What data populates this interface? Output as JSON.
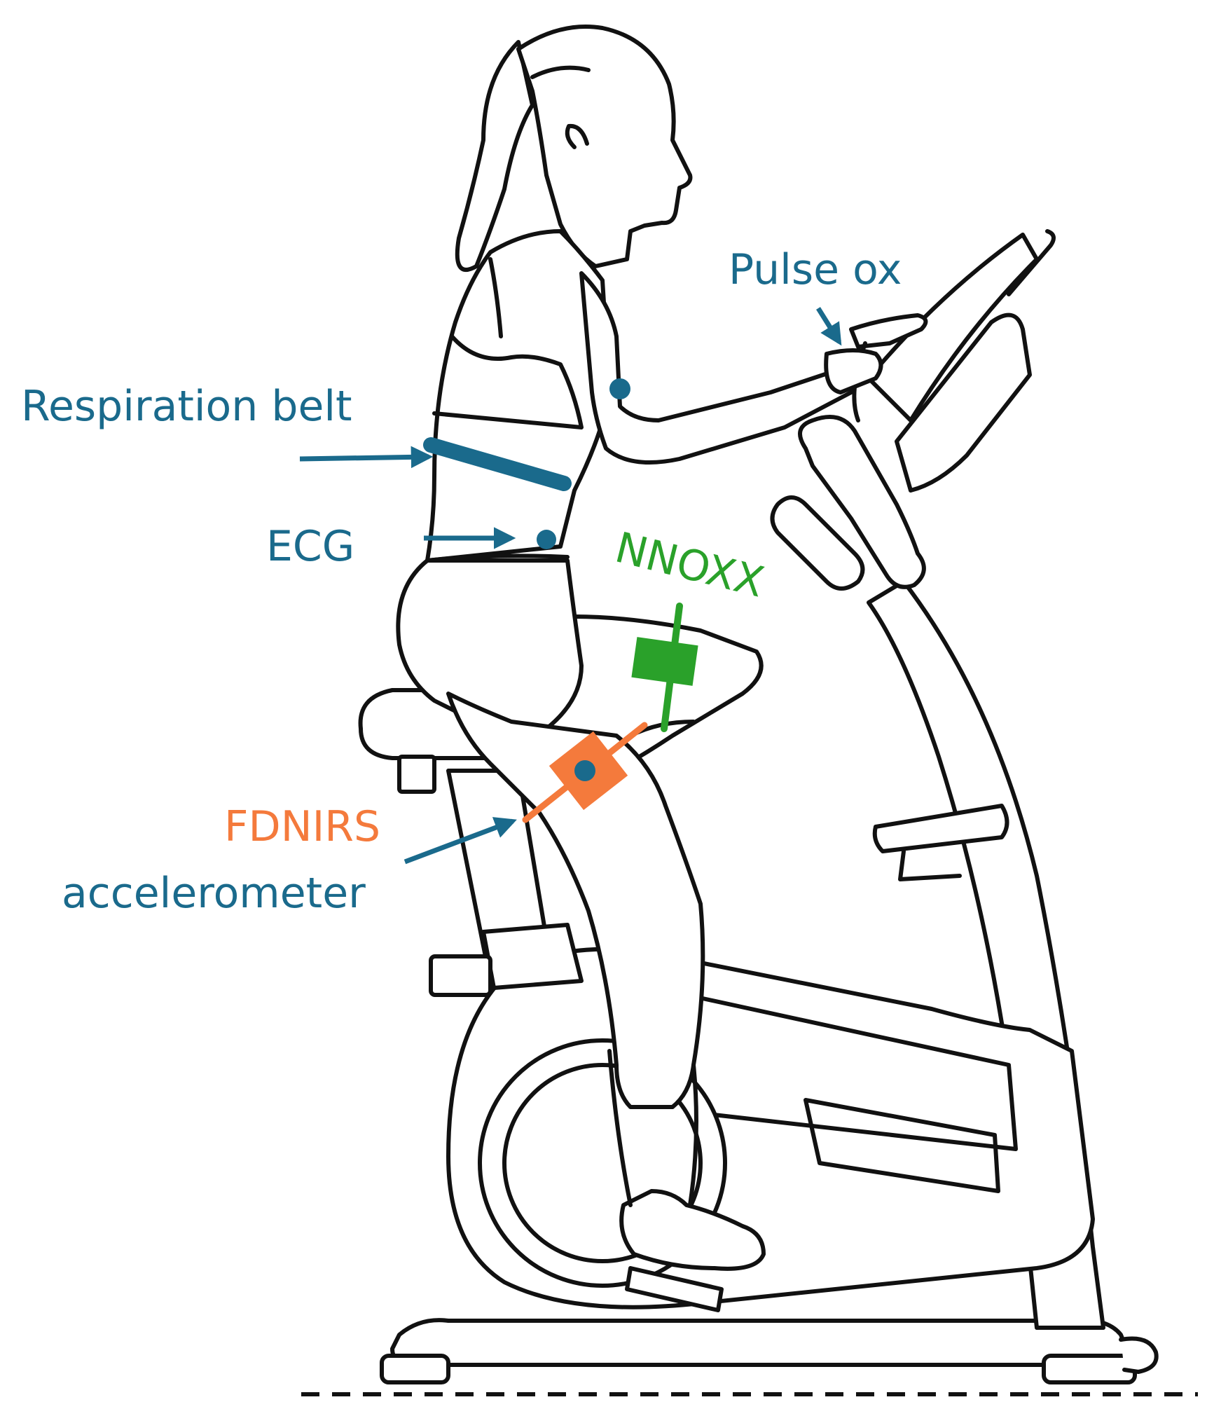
{
  "colors": {
    "line": "#111111",
    "background": "#ffffff",
    "blue_sensor": "#1a6a8c",
    "green_sensor": "#2aa12a",
    "orange_sensor": "#f47a3c"
  },
  "labels": {
    "pulse_ox": "Pulse ox",
    "respiration_belt": "Respiration belt",
    "ecg": "ECG",
    "nnoxx": "NNOXX",
    "fdnirs": "FDNIRS",
    "accelerometer": "accelerometer"
  },
  "icons": {
    "arrow": "arrow-icon",
    "sensor_dot": "sensor-dot-icon",
    "sensor_pad": "sensor-pad-icon"
  }
}
